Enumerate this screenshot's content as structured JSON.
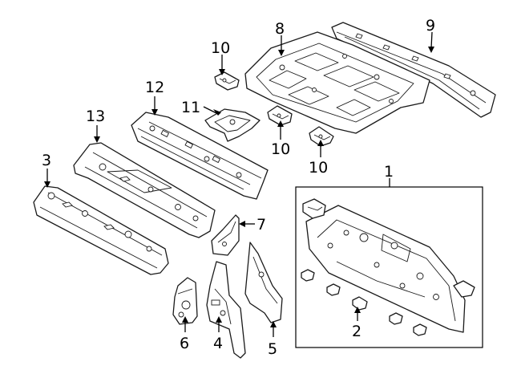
{
  "callouts": {
    "c1": "1",
    "c2": "2",
    "c3": "3",
    "c4": "4",
    "c5": "5",
    "c6": "6",
    "c7": "7",
    "c8": "8",
    "c9": "9",
    "c10a": "10",
    "c10b": "10",
    "c10c": "10",
    "c11": "11",
    "c12": "12",
    "c13": "13"
  },
  "colors": {
    "line": "#1a1a1a",
    "background": "#ffffff"
  }
}
